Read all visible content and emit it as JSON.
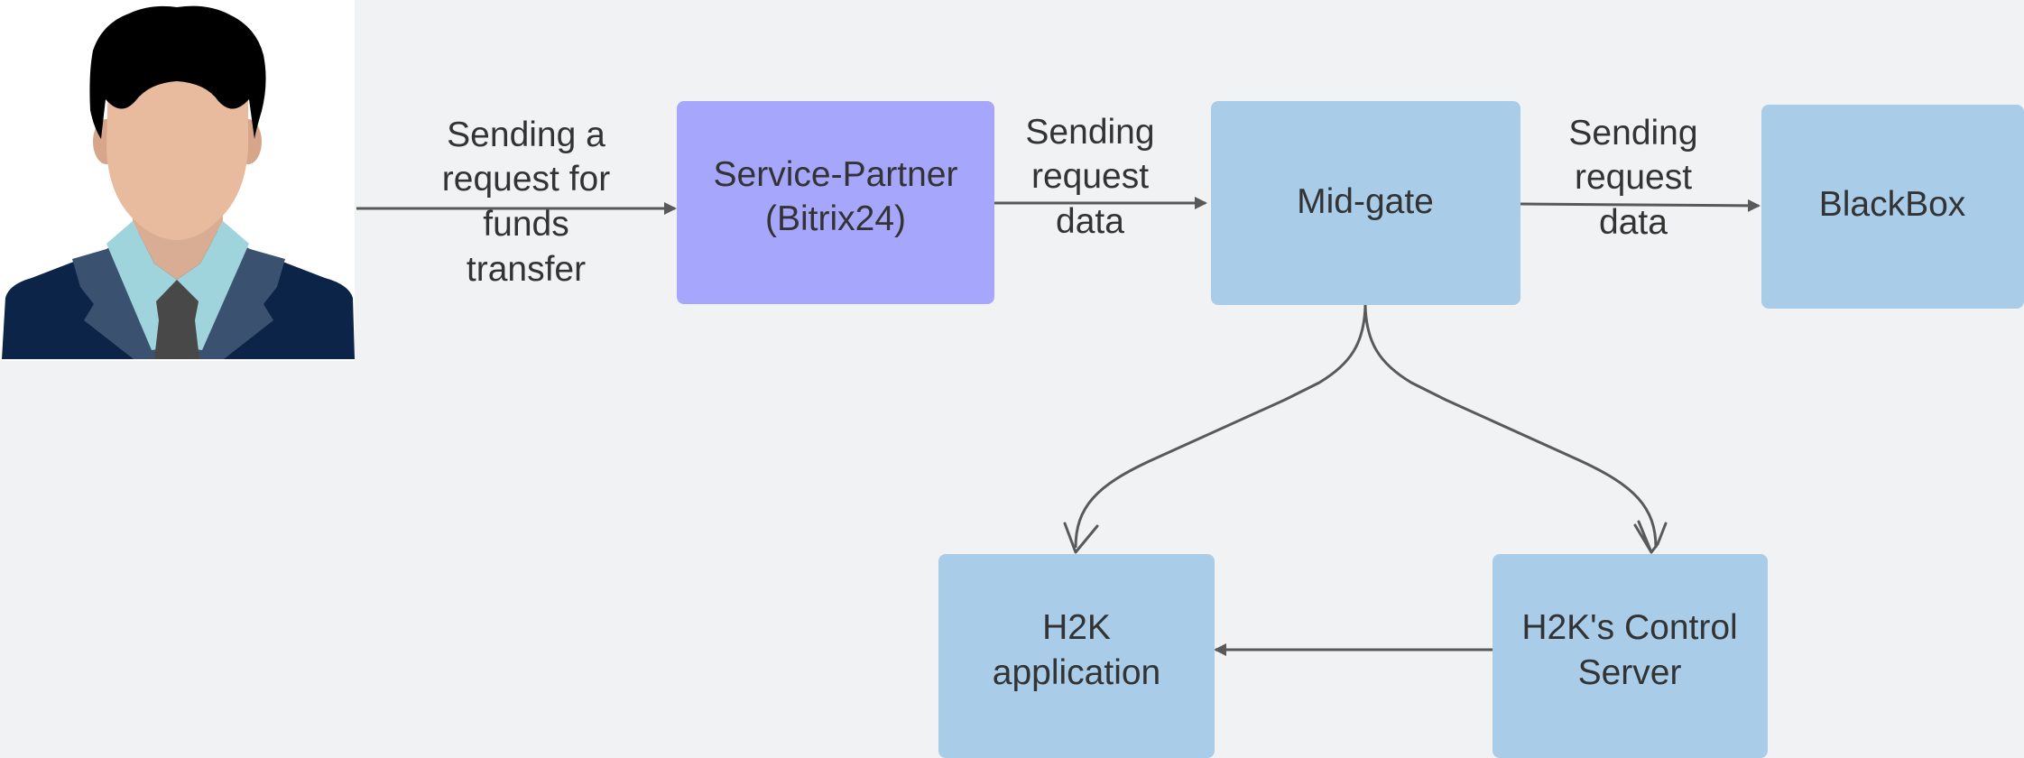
{
  "nodes": {
    "service_partner": {
      "line1": "Service-Partner",
      "line2": "(Bitrix24)",
      "fill": "#a5a6fc"
    },
    "mid_gate": {
      "label": "Mid-gate",
      "fill": "#a9cce9"
    },
    "blackbox": {
      "label": "BlackBox",
      "fill": "#a9cce9"
    },
    "h2k_application": {
      "line1": "H2K",
      "line2": "application",
      "fill": "#a9cce9"
    },
    "h2k_control_server": {
      "line1": "H2K's Control",
      "line2": "Server",
      "fill": "#a9cce9"
    }
  },
  "edges": {
    "user_to_service": {
      "line1": "Sending a",
      "line2": "request for",
      "line3": "funds",
      "line4": "transfer"
    },
    "service_to_midgate": {
      "line1": "Sending",
      "line2": "request",
      "line3": "data"
    },
    "midgate_to_blackbox": {
      "line1": "Sending",
      "line2": "request",
      "line3": "data"
    }
  },
  "colors": {
    "background": "#f1f2f4",
    "edge": "#595959",
    "text": "#333333",
    "avatar_hair": "#000000",
    "avatar_skin": "#e8bb9f",
    "avatar_suit": "#0b2447",
    "avatar_collar": "#3a5270",
    "avatar_shirt": "#9fd4dc",
    "avatar_tie": "#484848"
  }
}
